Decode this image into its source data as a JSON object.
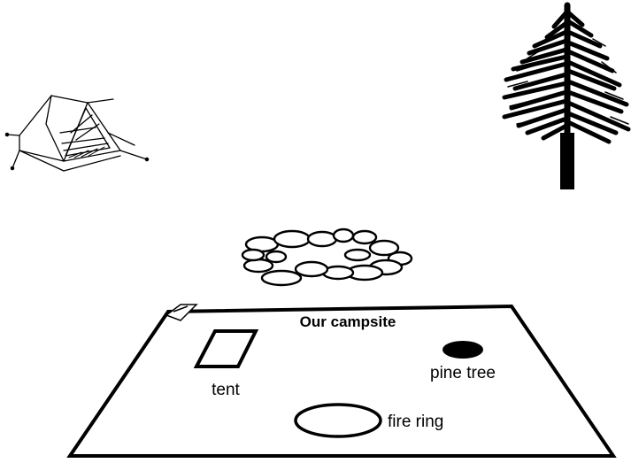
{
  "map": {
    "title": "Our campsite",
    "labels": {
      "tent": "tent",
      "pine_tree": "pine tree",
      "fire_ring": "fire ring"
    }
  },
  "illustrations": {
    "tent": "tent-icon",
    "pine_tree": "pine-tree-icon",
    "fire_ring": "stone-fire-ring-icon"
  },
  "colors": {
    "ink": "#000000",
    "background": "#ffffff"
  }
}
